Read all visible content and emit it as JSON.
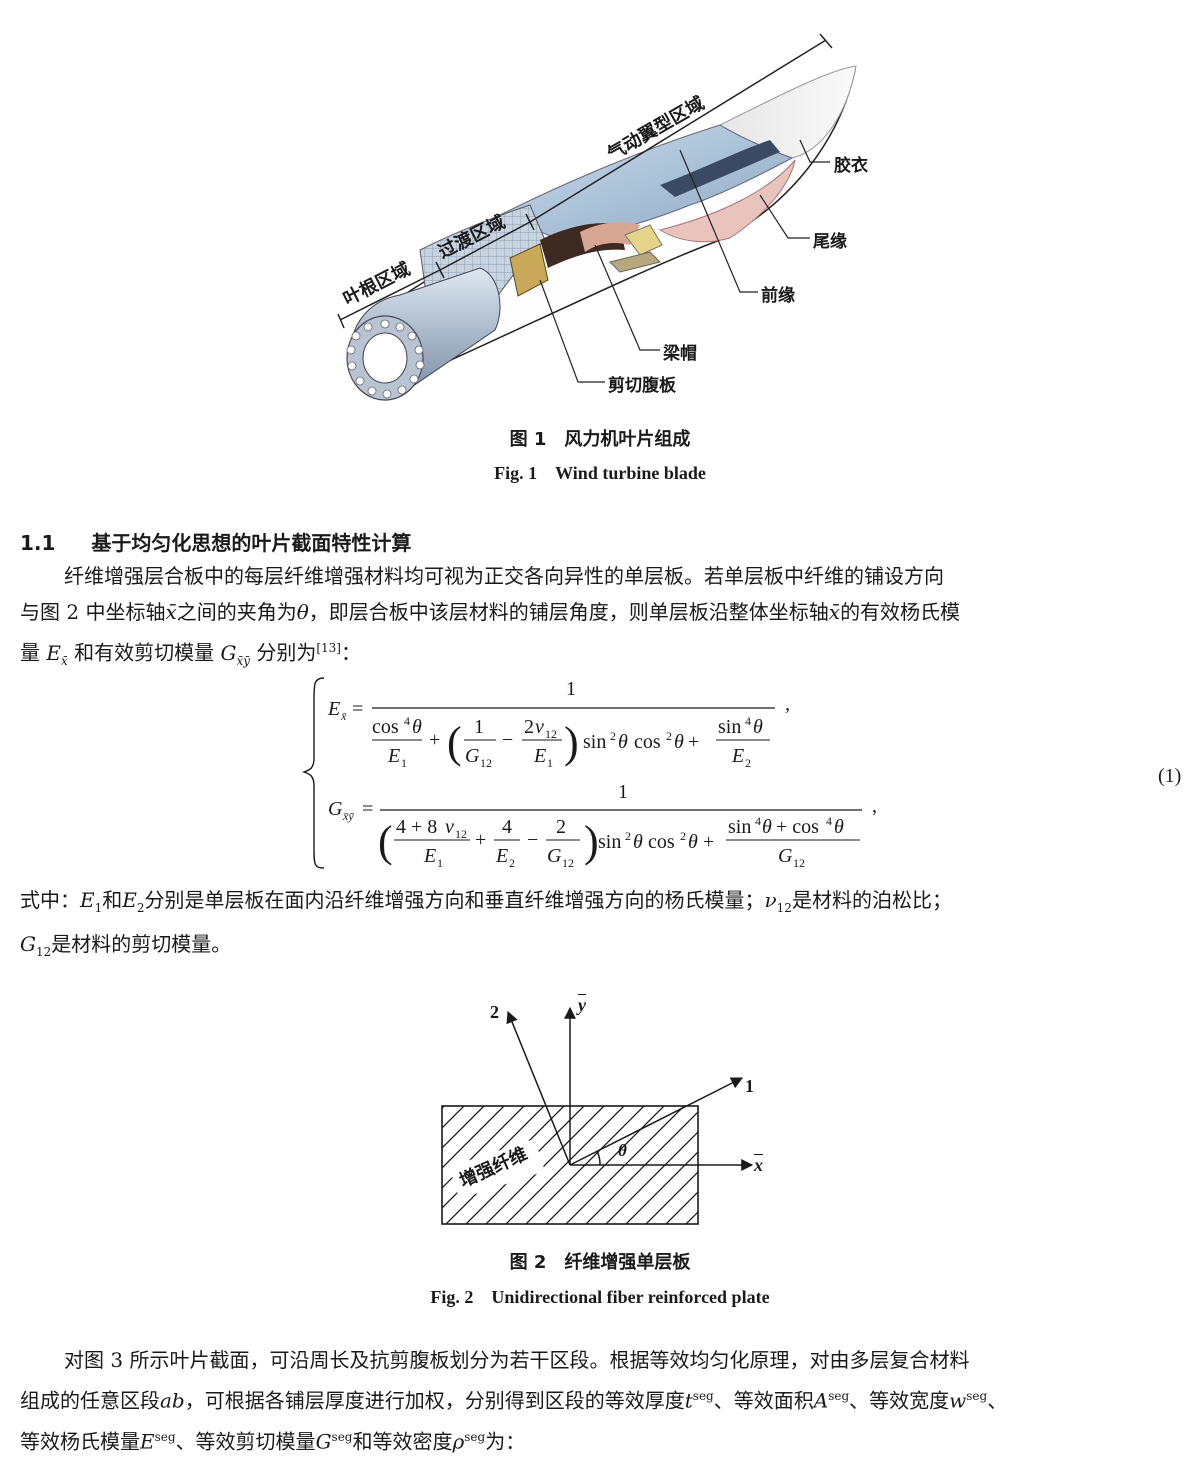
{
  "figure1": {
    "regions": {
      "root": "叶根区域",
      "transition": "过渡区域",
      "airfoil": "气动翼型区域"
    },
    "labels": {
      "gelcoat": "胶衣",
      "trailing_edge": "尾缘",
      "leading_edge": "前缘",
      "spar_cap": "梁帽",
      "shear_web": "剪切腹板"
    },
    "caption_cn": "图 1　风力机叶片组成",
    "caption_en": "Fig. 1　Wind turbine blade"
  },
  "section": {
    "number": "1.1",
    "title": "基于均匀化思想的叶片截面特性计算"
  },
  "para1": {
    "p1": "纤维增强层合板中的每层纤维增强材料均可视为正交各向异性的单层板。若单层板中纤维的铺设方向",
    "p2a": "与图 2 中坐标轴",
    "p2b": "之间的夹角为",
    "p2c": "，即层合板中该层材料的铺层角度，则单层板沿整体坐标轴",
    "p2d": "的有效杨氏模",
    "p3a": "量",
    "p3b": "和有效剪切模量",
    "p3c": "分别为",
    "p3ref": "[13]",
    "p3d": "："
  },
  "equation": {
    "number": "(1)"
  },
  "para2": {
    "l1a": "式中：",
    "l1b": "和",
    "l1c": "分别是单层板在面内沿纤维增强方向和垂直纤维增强方向的杨氏模量；",
    "l1d": "是材料的泊松比；",
    "l2": "是材料的剪切模量。"
  },
  "figure2": {
    "axis_y": "y",
    "axis_x": "x",
    "axis_1": "1",
    "axis_2": "2",
    "angle": "θ",
    "fiber_label": "增强纤维",
    "caption_cn": "图 2　纤维增强单层板",
    "caption_en": "Fig. 2　Unidirectional fiber reinforced plate"
  },
  "para3": {
    "l1": "对图 3 所示叶片截面，可沿周长及抗剪腹板划分为若干区段。根据等效均匀化原理，对由多层复合材料",
    "l2a": "组成的任意区段",
    "l2b": "，可根据各铺层厚度进行加权，分别得到区段的等效厚度",
    "l2c": "、等效面积",
    "l2d": "、等效宽度",
    "l2e": "、",
    "l3a": "等效杨氏模量",
    "l3b": "、等效剪切模量",
    "l3c": "和等效密度",
    "l3d": "为："
  }
}
